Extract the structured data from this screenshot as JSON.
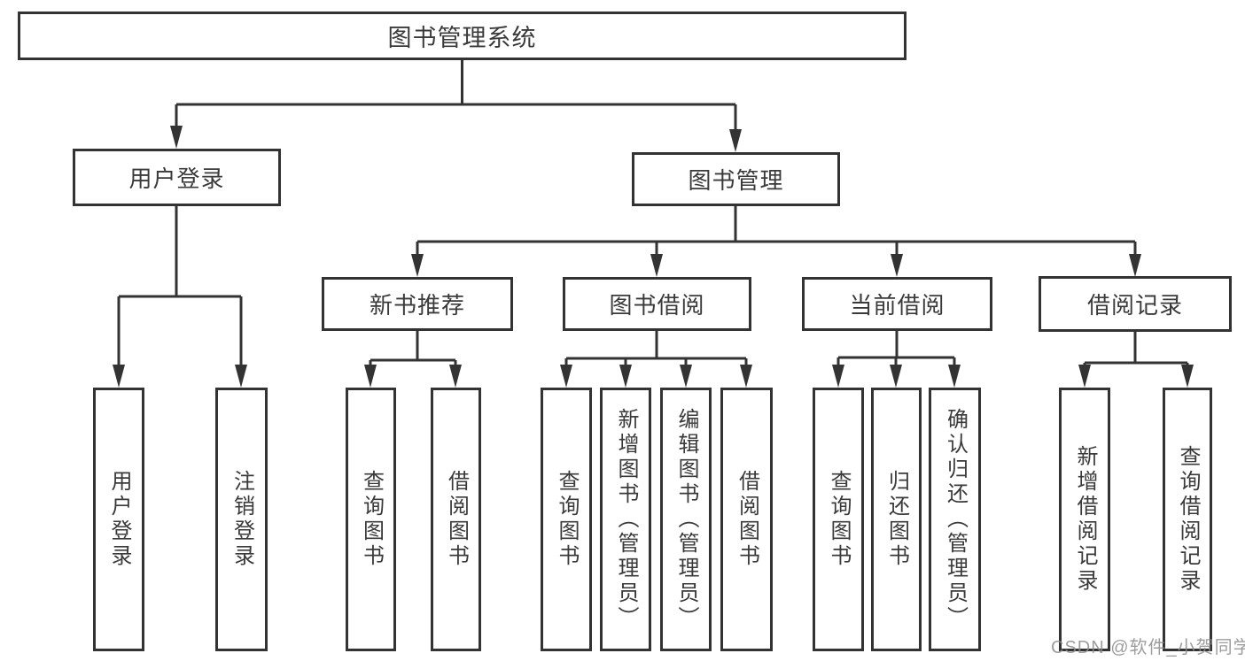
{
  "colors": {
    "line": "#333333",
    "text": "#3a3a3a",
    "background": "#ffffff",
    "watermark": "#8c8c8c"
  },
  "watermark": "CSDN @软件_小贺同学",
  "tree": {
    "root": "图书管理系统",
    "children": [
      {
        "label": "用户登录",
        "children": [
          "用户登录",
          "注销登录"
        ]
      },
      {
        "label": "图书管理",
        "children": [
          {
            "label": "新书推荐",
            "children": [
              "查询图书",
              "借阅图书"
            ]
          },
          {
            "label": "图书借阅",
            "children": [
              "查询图书",
              "新增图书（管理员）",
              "编辑图书（管理员）",
              "借阅图书"
            ]
          },
          {
            "label": "当前借阅",
            "children": [
              "查询图书",
              "归还图书",
              "确认归还（管理员）"
            ]
          },
          {
            "label": "借阅记录",
            "children": [
              "新增借阅记录",
              "查询借阅记录"
            ]
          }
        ]
      }
    ]
  }
}
